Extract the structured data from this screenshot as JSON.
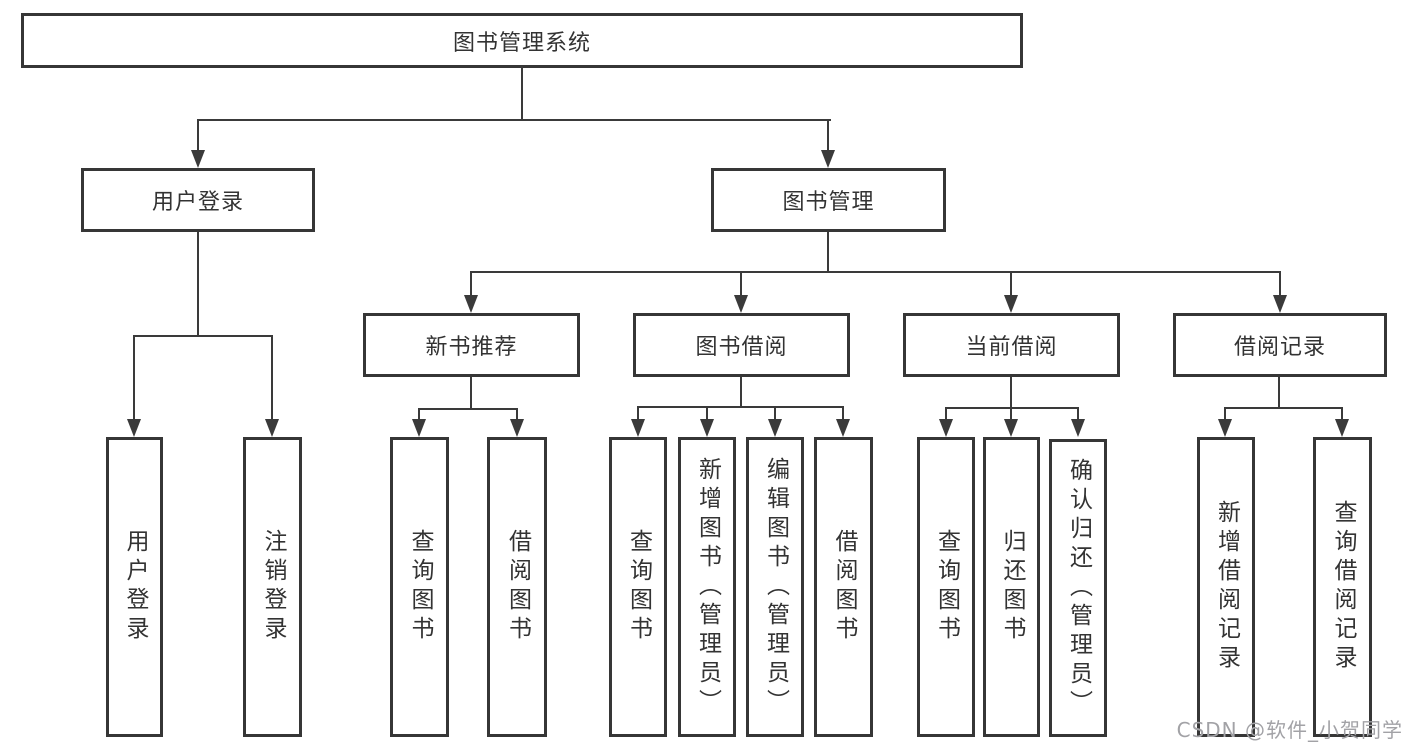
{
  "colors": {
    "line": "#3a3a3a",
    "box_border": "#363636",
    "text": "#333333",
    "background": "#ffffff",
    "watermark": "#a2a2a6"
  },
  "watermark": {
    "text": "CSDN @软件_小贺同学"
  },
  "diagram": {
    "type": "hierarchy-tree",
    "root": {
      "label": "图书管理系统"
    },
    "branches": [
      {
        "label": "用户登录",
        "children": [
          "用户登录",
          "注销登录"
        ]
      },
      {
        "label": "图书管理",
        "modules": [
          {
            "label": "新书推荐",
            "children": [
              "查询图书",
              "借阅图书"
            ]
          },
          {
            "label": "图书借阅",
            "children": [
              "查询图书",
              "新增图书（管理员）",
              "编辑图书（管理员）",
              "借阅图书"
            ]
          },
          {
            "label": "当前借阅",
            "children": [
              "查询图书",
              "归还图书",
              "确认归还（管理员）"
            ]
          },
          {
            "label": "借阅记录",
            "children": [
              "新增借阅记录",
              "查询借阅记录"
            ]
          }
        ]
      }
    ]
  }
}
